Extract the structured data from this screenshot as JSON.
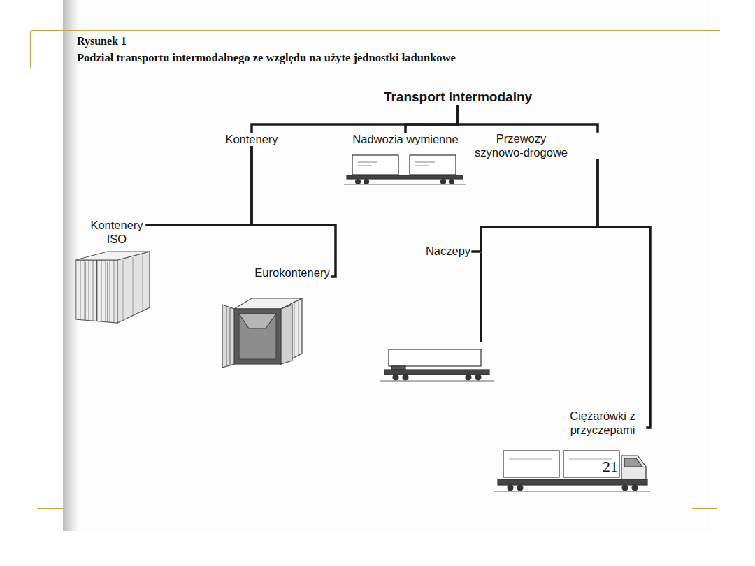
{
  "diagram": {
    "title": "Rysunek 1",
    "caption": "Podział transportu intermodalnego ze względu na użyte jednostki ładunkowe",
    "nodes": [
      {
        "text": [
          "Transport intermodalny"
        ]
      },
      {
        "text": [
          "Kontenery"
        ]
      },
      {
        "text": [
          "Nadwozia wymienne"
        ]
      },
      {
        "text": [
          "Przewozy szynowo-drogowe"
        ]
      },
      {
        "text": [
          "Kontenery ISO"
        ]
      },
      {
        "text": [
          "Eurokontenery"
        ]
      },
      {
        "text": [
          "Naczepy"
        ]
      },
      {
        "text": [
          "Ciężarówki z przyczepami"
        ]
      }
    ],
    "edges": [
      {
        "from": 0,
        "to": 1,
        "arrow": "none"
      },
      {
        "from": 0,
        "to": 2,
        "arrow": "none"
      },
      {
        "from": 0,
        "to": 3,
        "arrow": "none"
      },
      {
        "from": 1,
        "to": 4,
        "arrow": "none"
      },
      {
        "from": 1,
        "to": 5,
        "arrow": "none"
      },
      {
        "from": 3,
        "to": 6,
        "arrow": "none"
      },
      {
        "from": 3,
        "to": 7,
        "arrow": "none"
      }
    ],
    "labels": [
      "21"
    ]
  }
}
